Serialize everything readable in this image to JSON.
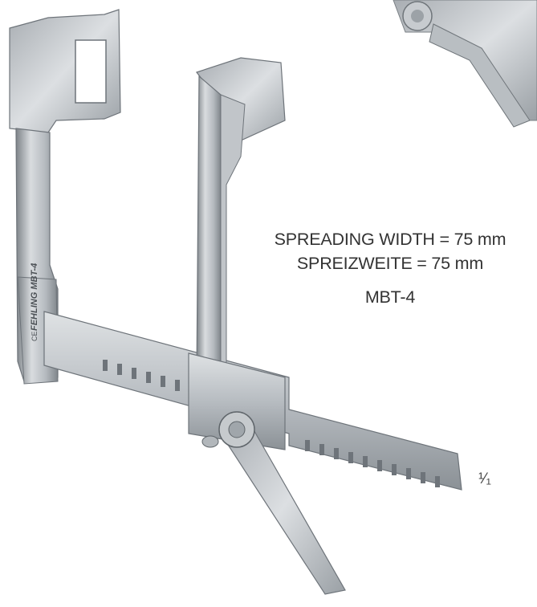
{
  "product": {
    "spreading_width_en": "SPREADING WIDTH = 75 mm",
    "spreading_width_de": "SPREIZWEITE = 75 mm",
    "model": "MBT-4",
    "engraving": "FEHLING MBT-4",
    "ce_mark": "CE",
    "scale": "¹⁄₁"
  },
  "colors": {
    "background": "#ffffff",
    "text": "#333333",
    "steel_light": "#d6d9dc",
    "steel_mid": "#a9aeb3",
    "steel_dark": "#6e747a"
  }
}
